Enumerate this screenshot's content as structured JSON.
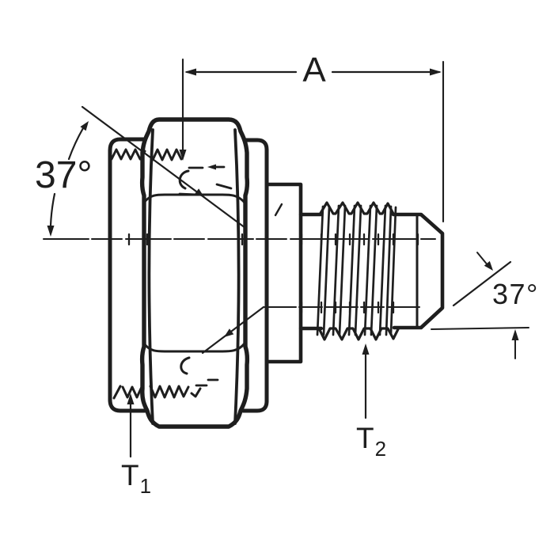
{
  "drawing": {
    "kind": "technical-line-drawing of a 37-degree flare tube fitting adapter, female swivel nut left, male threaded end right",
    "labels": {
      "length_dim": "A",
      "angle_left": "37°",
      "angle_right": "37°",
      "thread1_base": "T",
      "thread1_sub": "1",
      "thread2_base": "T",
      "thread2_sub": "2"
    },
    "colors": {
      "ink": "#1e1e1e",
      "paper": "#ffffff"
    }
  }
}
